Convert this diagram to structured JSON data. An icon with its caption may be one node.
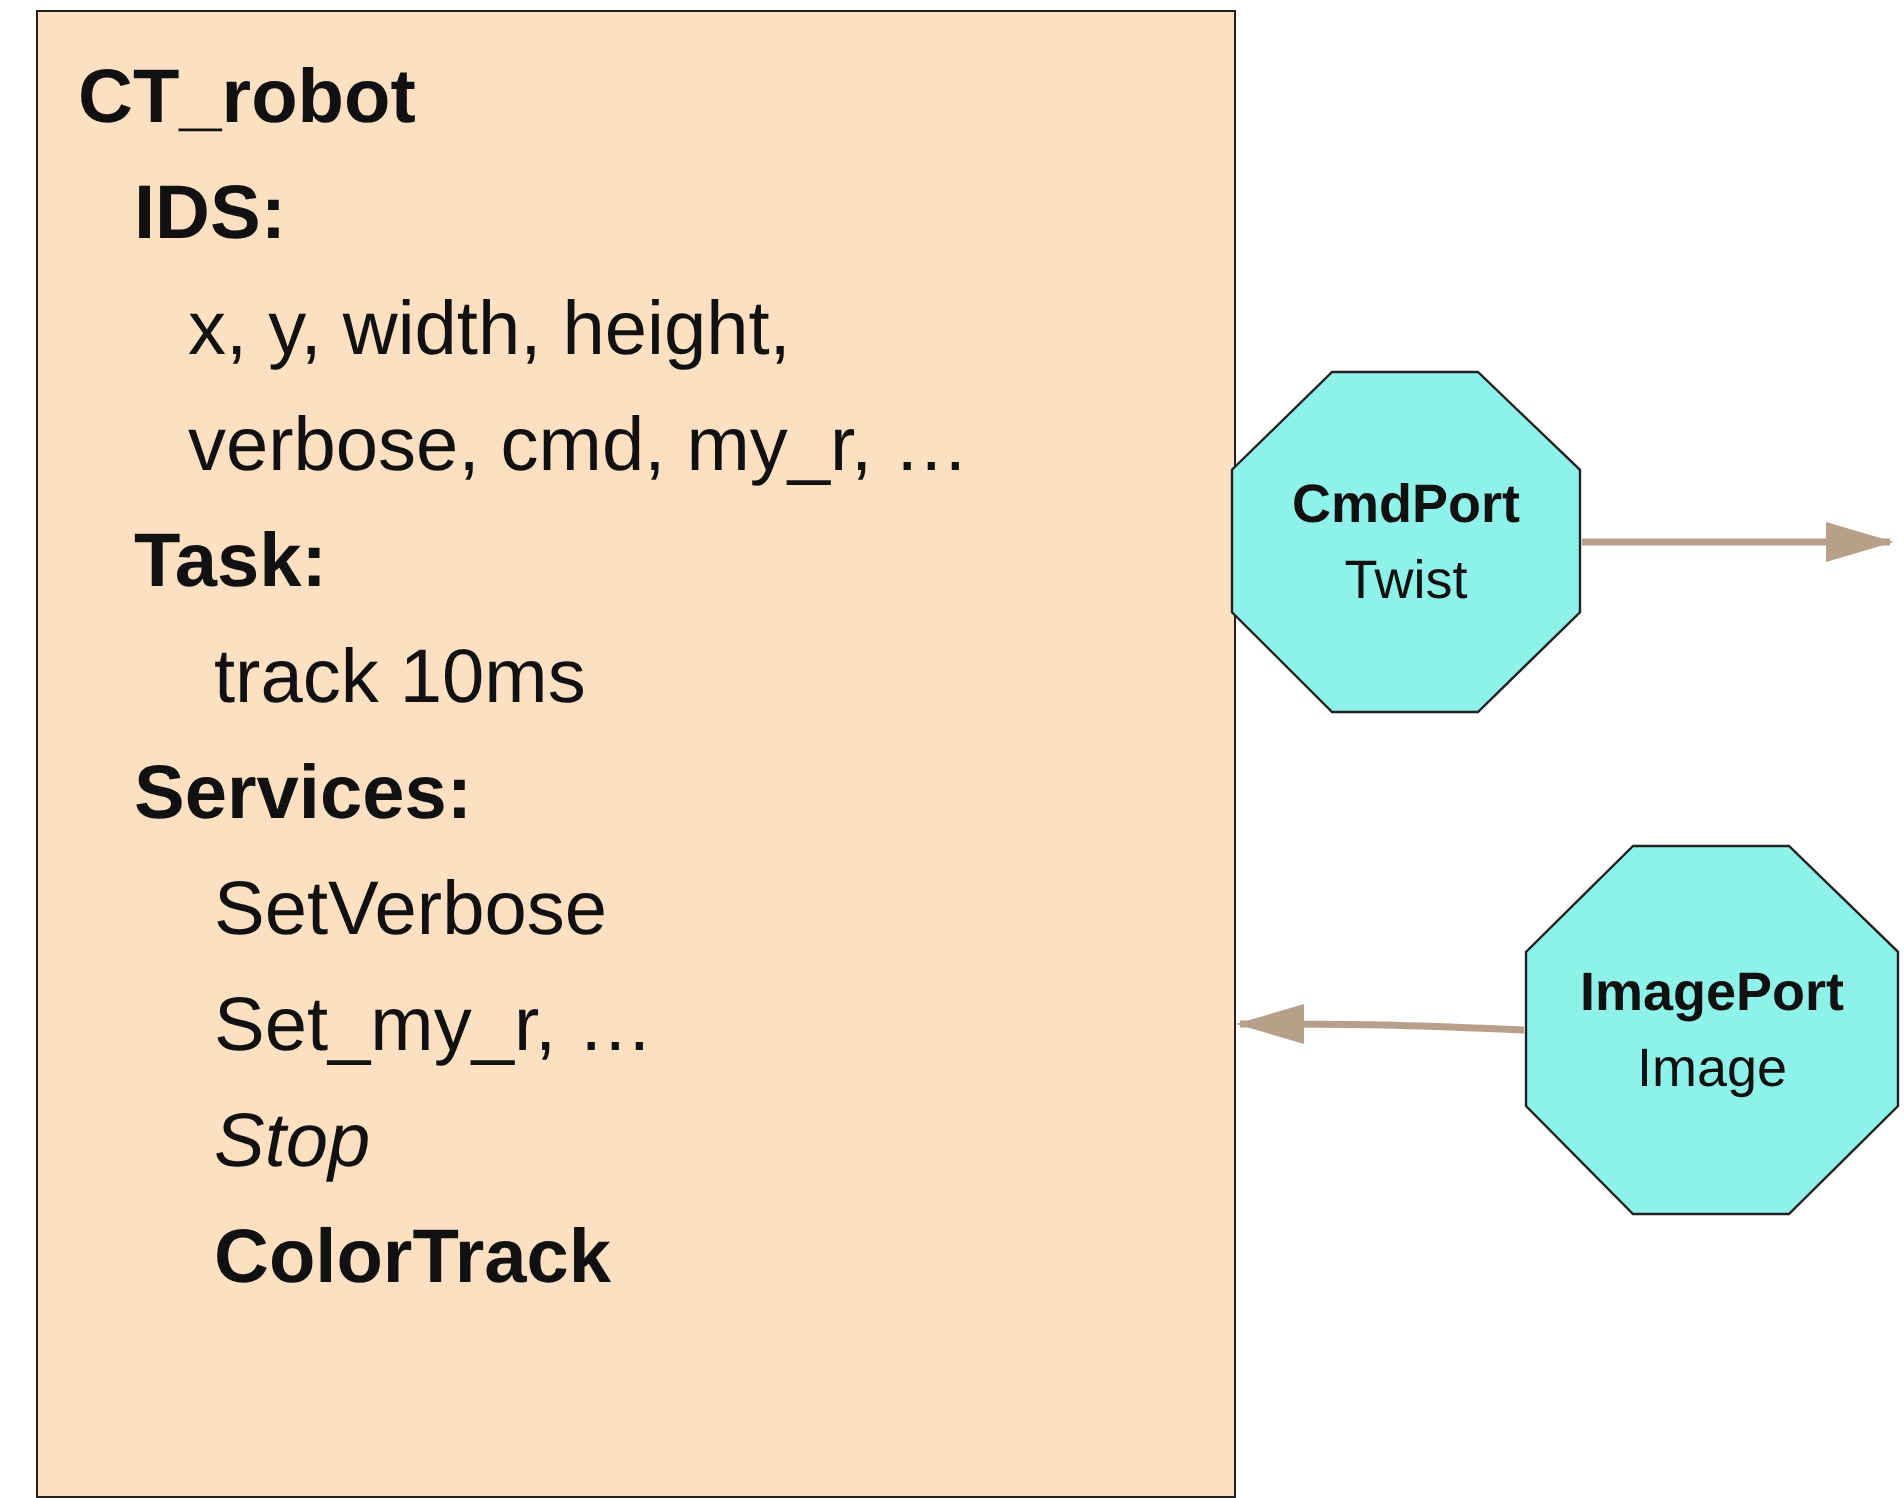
{
  "diagram": {
    "nodes": [
      {
        "text": [
          "CT_robot",
          "IDS:",
          "x, y, width, height, verbose, cmd, my_r, …",
          "Task:",
          "track 10ms",
          "Services:",
          "SetVerbose",
          "Set_my_r, …",
          "Stop",
          "ColorTrack"
        ]
      },
      {
        "text": [
          "CmdPort",
          "Twist"
        ]
      },
      {
        "text": [
          "ImagePort",
          "Image"
        ]
      }
    ],
    "edges": [
      {
        "from": 1,
        "to": null,
        "arrow": "to"
      },
      {
        "from": 2,
        "to": 0,
        "arrow": "to"
      }
    ]
  }
}
